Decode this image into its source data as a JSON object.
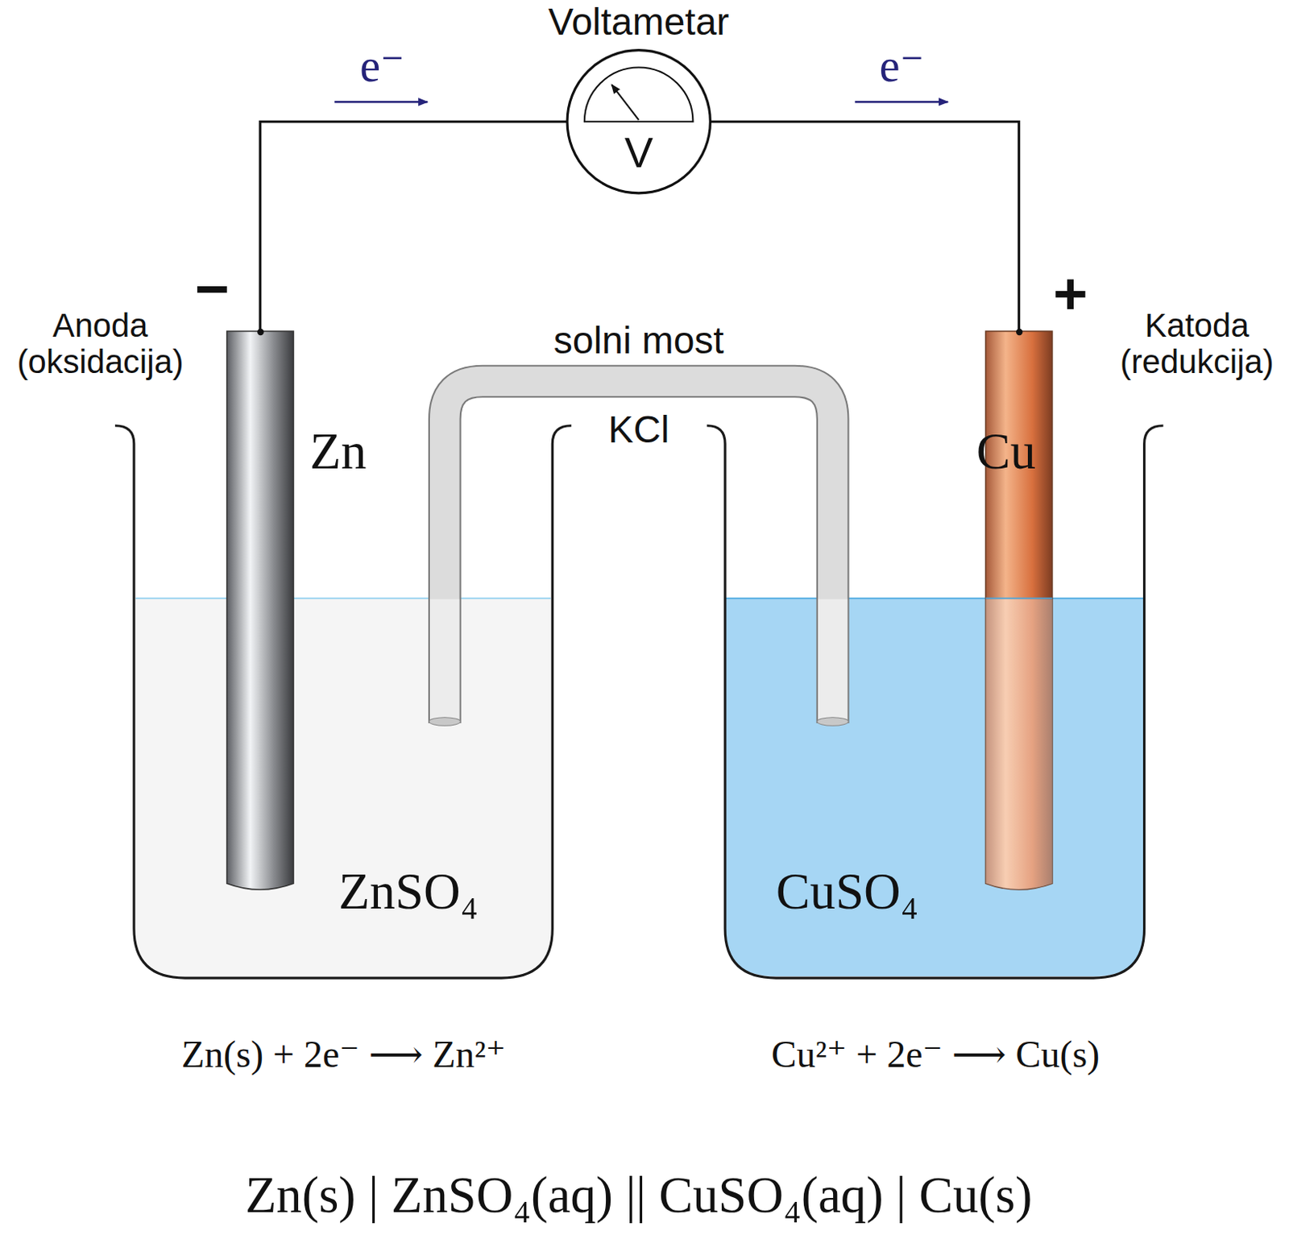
{
  "diagram": {
    "nodes": [
      {
        "text": [
          "Voltametar",
          "V"
        ]
      },
      {
        "text": [
          "Zn"
        ]
      },
      {
        "text": [
          "Cu"
        ]
      },
      {
        "text": [
          "ZnSO₄"
        ]
      },
      {
        "text": [
          "CuSO₄"
        ]
      },
      {
        "text": [
          "solni most",
          "KCl"
        ]
      }
    ],
    "edges": [
      {
        "from": 1,
        "to": 0,
        "arrow": "none"
      },
      {
        "from": 0,
        "to": 2,
        "arrow": "none"
      }
    ],
    "labels": [
      "e⁻",
      "e⁻",
      "−",
      "+",
      "Anoda (oksidacija)",
      "Katoda (redukcija)",
      "Zn(s) + 2e⁻ ⟶ Zn²⁺",
      "Cu²⁺ + 2e⁻ ⟶ Cu(s)",
      "Zn(s) | ZnSO₄(aq) || CuSO₄(aq) | Cu(s)"
    ]
  }
}
